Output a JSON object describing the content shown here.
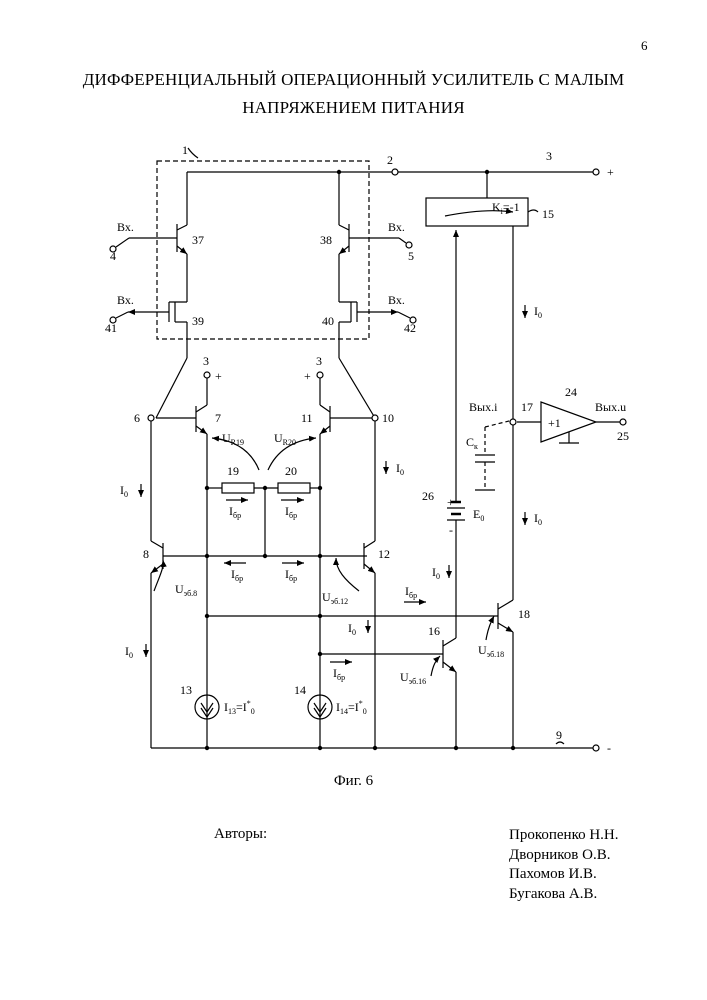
{
  "page_number": "6",
  "title": {
    "line1": "ДИФФЕРЕНЦИАЛЬНЫЙ ОПЕРАЦИОННЫЙ УСИЛИТЕЛЬ С МАЛЫМ",
    "line2": "НАПРЯЖЕНИЕМ ПИТАНИЯ"
  },
  "diagram": {
    "node_labels": {
      "n1": "1",
      "n2": "2",
      "n3": "3",
      "n4": "4",
      "n5": "5",
      "n6": "6",
      "n7": "7",
      "n8": "8",
      "n9": "9",
      "n10": "10",
      "n11": "11",
      "n12": "12",
      "n13": "13",
      "n14": "14",
      "n15": "15",
      "n16": "16",
      "n17": "17",
      "n18": "18",
      "n19": "19",
      "n20": "20",
      "n24": "24",
      "n25": "25",
      "n26": "26",
      "n37": "37",
      "n38": "38",
      "n39": "39",
      "n40": "40",
      "n41": "41",
      "n42": "42",
      "n3a": "3",
      "n3b": "3"
    },
    "inputs": {
      "in_a": "Вх.",
      "in_b": "Вх.",
      "in_c": "Вх.",
      "in_d": "Вх."
    },
    "polarity": {
      "plus_main": "+",
      "plus_3a": "+",
      "plus_3b": "+",
      "minus_main": "-",
      "bat_plus": "+",
      "bat_minus": "-"
    },
    "gain_block": {
      "label_main": "K",
      "label_sub": "i",
      "label_rest": "=-1"
    },
    "buffer": {
      "gain": "+1"
    },
    "outputs": {
      "out_i": "Вых.i",
      "out_u": "Вых.u"
    },
    "capacitor": {
      "main": "C",
      "sub": "к"
    },
    "battery": {
      "main": "E",
      "sub": "0"
    },
    "currents": {
      "i0_main": "I",
      "i0_sub": "0",
      "ibr_main": "I",
      "ibr_sub": "бр"
    },
    "voltages": {
      "ur19_main": "U",
      "ur19_sub": "R19",
      "ur20_main": "U",
      "ur20_sub": "R20",
      "ueb8_main": "U",
      "ueb8_sub": "эб.8",
      "ueb12_main": "U",
      "ueb12_sub": "эб.12",
      "ueb16_main": "U",
      "ueb16_sub": "эб.16",
      "ueb18_main": "U",
      "ueb18_sub": "эб.18"
    },
    "sources": {
      "i13_main": "I",
      "i13_sub": "13",
      "i13_mid": "=I",
      "i13_sup": "*",
      "i13_end": "0",
      "i14_main": "I",
      "i14_sub": "14",
      "i14_mid": "=I",
      "i14_sup": "*",
      "i14_end": "0"
    }
  },
  "caption": "Фиг. 6",
  "authors_label": "Авторы:",
  "authors": [
    "Прокопенко Н.Н.",
    "Дворников О.В.",
    "Пахомов И.В.",
    "Бугакова А.В."
  ]
}
